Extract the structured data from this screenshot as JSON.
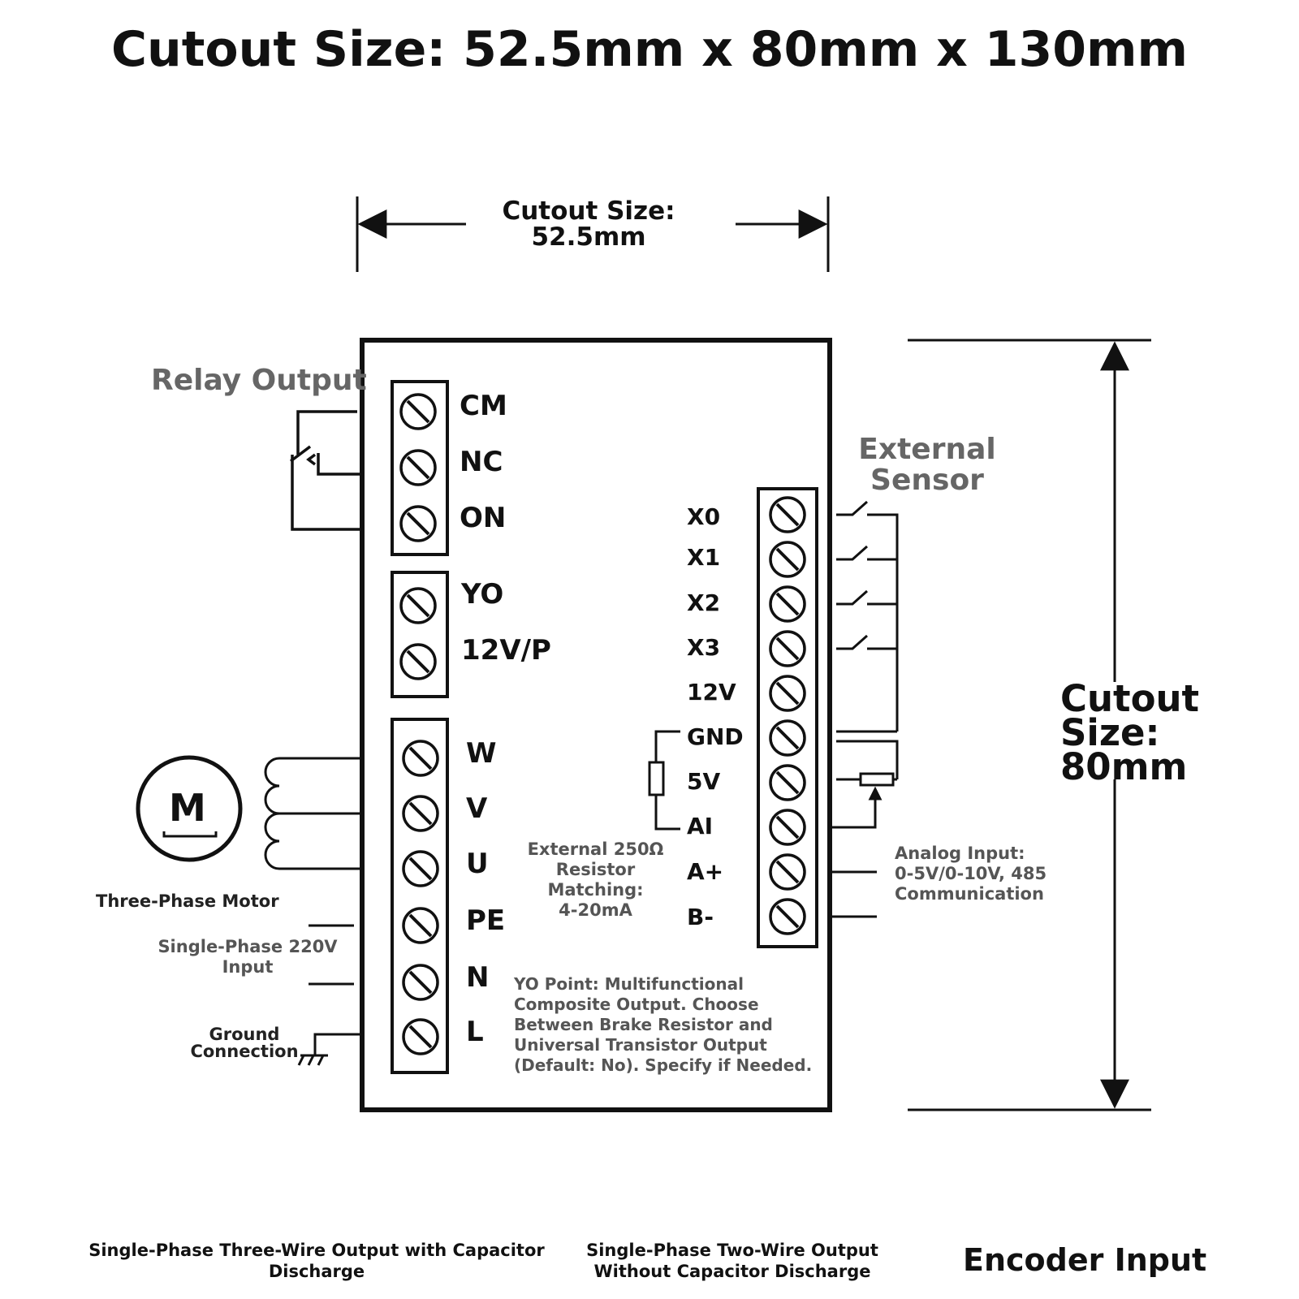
{
  "title": "Cutout Size: 52.5mm x 80mm x 130mm",
  "dimensions": {
    "width_line1": "Cutout Size:",
    "width_line2": "52.5mm",
    "height_line1": "Cutout",
    "height_line2": "Size:",
    "height_line3": "80mm"
  },
  "left_block": {
    "relay_heading": "Relay Output",
    "relay_terminals": [
      "CM",
      "NC",
      "ON"
    ],
    "yo_terminals": [
      "YO",
      "12V/P"
    ],
    "power_terminals": [
      "W",
      "V",
      "U",
      "PE",
      "N",
      "L"
    ],
    "motor_symbol": "M",
    "motor_label": "Three-Phase Motor",
    "input_label_line1": "Single-Phase 220V",
    "input_label_line2": "Input",
    "ground_label_line1": "Ground",
    "ground_label_line2": "Connection"
  },
  "right_block": {
    "sensor_heading_line1": "External",
    "sensor_heading_line2": "Sensor",
    "terminals": [
      "X0",
      "X1",
      "X2",
      "X3",
      "12V",
      "GND",
      "5V",
      "AI",
      "A+",
      "B-"
    ],
    "analog_line1": "Analog Input:",
    "analog_line2": "0-5V/0-10V, 485",
    "analog_line3": "Communication"
  },
  "notes": {
    "resistor_line1": "External 250Ω",
    "resistor_line2": "Resistor",
    "resistor_line3": "Matching:",
    "resistor_line4": "4-20mA",
    "yo_line1": "YO Point: Multifunctional",
    "yo_line2": "Composite Output. Choose",
    "yo_line3": "Between Brake Resistor and",
    "yo_line4": "Universal Transistor Output",
    "yo_line5": "(Default: No). Specify if Needed."
  },
  "footer": {
    "col1_line1": "Single-Phase Three-Wire Output with Capacitor",
    "col1_line2": "Discharge",
    "col2_line1": "Single-Phase Two-Wire Output",
    "col2_line2": "Without Capacitor Discharge",
    "col3": "Encoder Input"
  },
  "colors": {
    "line": "#111111",
    "heading_gray": "#666666",
    "note_gray": "#555555"
  }
}
